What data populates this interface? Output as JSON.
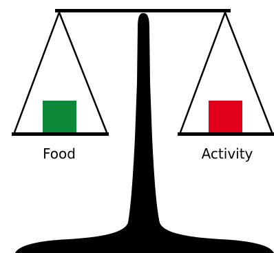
{
  "scale": {
    "left_pan": {
      "label": "Food",
      "block_color": "#0c8a3a"
    },
    "right_pan": {
      "label": "Activity",
      "block_color": "#e3001b"
    },
    "structure_color": "#000000",
    "balance_state": "level"
  }
}
